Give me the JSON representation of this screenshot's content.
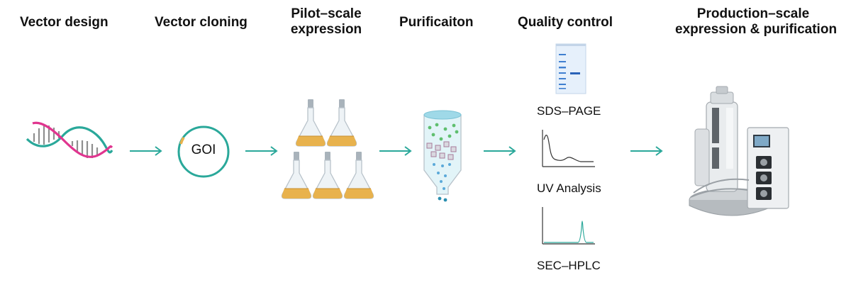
{
  "steps": [
    {
      "title": "Vector design",
      "icon": "dna-helix-icon"
    },
    {
      "title": "Vector cloning",
      "icon": "plasmid-icon"
    },
    {
      "title": "Pilot–scale",
      "title2": "expression",
      "icon": "flask-cluster-icon"
    },
    {
      "title": "Purificaiton",
      "icon": "chromatography-column-icon"
    },
    {
      "title": "Quality control",
      "icon": "qc-assays-icon"
    },
    {
      "title": "Production–scale",
      "title2": "expression & purification",
      "icon": "bioreactor-icon"
    }
  ],
  "plasmid_label": "GOI",
  "qc": [
    {
      "label": "SDS–PAGE",
      "icon": "gel-icon"
    },
    {
      "label": "UV Analysis",
      "icon": "uv-spectrum-icon"
    },
    {
      "label": "SEC–HPLC",
      "icon": "hplc-chromatogram-icon"
    }
  ],
  "colors": {
    "arrow": "#2aa89a",
    "dna_teal": "#2aa89a",
    "dna_pink": "#e0358f",
    "culture": "#e8b24d",
    "flask_glass": "#eef3f6"
  }
}
